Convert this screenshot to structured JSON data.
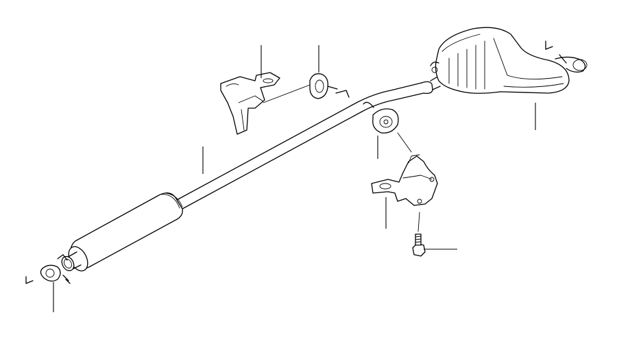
{
  "diagram": {
    "parts": [
      {
        "name": "front-silencer-pipe"
      },
      {
        "name": "rear-silencer"
      },
      {
        "name": "front-bracket"
      },
      {
        "name": "front-rubber-hanger"
      },
      {
        "name": "rear-rubber-hanger"
      },
      {
        "name": "rear-bracket"
      },
      {
        "name": "bolt"
      },
      {
        "name": "clamp"
      }
    ],
    "callouts": 8,
    "background": "#ffffff",
    "line_color": "#000000"
  }
}
